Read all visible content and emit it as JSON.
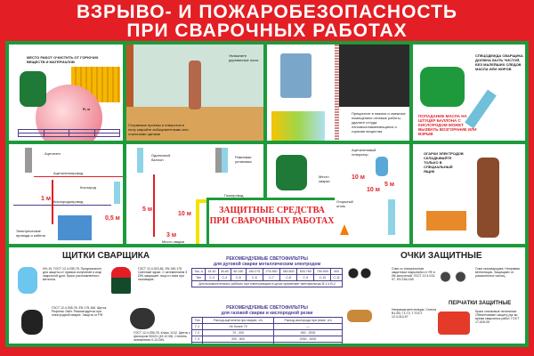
{
  "title": {
    "line1": "ВЗРЫВО- И ПОЖАРОБЕЗОПАСНОСТЬ",
    "line2": "ПРИ СВАРОЧНЫХ РАБОТАХ"
  },
  "colors": {
    "background": "#e31e24",
    "frame": "#1e9a3c",
    "table": "#4b3d8f"
  },
  "panels": {
    "clean_area": {
      "text": "МЕСТО РАБОТ ОЧИСТИТЬ ОТ ГОРЮЧИХ ВЕЩЕСТВ И МАТЕРИАЛОВ",
      "radius": "R, м"
    },
    "floor": {
      "text": "Увлажните деревянные полы",
      "note": "Сгораемые проемы и отверстия в полу закройте асбоцементными или стальными щитами"
    },
    "paint": {
      "text": "Прекратите в нижних и смежных помещениях огневые работы, удалите оттуда легковоспламеняющиеся и горючие вещества"
    },
    "oil": {
      "text": "СПЕЦОДЕЖДА СВАРЩИКА ДОЛЖНА БЫТЬ ЧИСТОЙ, БЕЗ МАЛЕЙШИХ СЛЕДОВ МАСЛА ИЛИ ЖИРОВ",
      "warning": "ПОПАДАНИЕ МАСЛА НА ШТУЦЕР БАЛЛОНА С КИСЛОРОДОМ МОЖЕТ ВЫЗВАТЬ ВОЗГОРАНИЕ ИЛИ ВЗРЫВ"
    },
    "distances1": {
      "acetylene": "Ацетилен",
      "acetylene_line": "Ацетиленопровод",
      "oxygen": "Кислород",
      "oxygen_line": "Кислородопровод",
      "wires": "Электрические провода и кабели",
      "d1": "1 м",
      "d2": "0,5 м"
    },
    "distances2": {
      "single": "Одиночный баллон",
      "ramp": "Рамповая установка",
      "gas_line": "Газопровод",
      "d1": "5 м",
      "d2": "10 м",
      "d3": "3 м",
      "place": "Место сварки"
    },
    "generator": {
      "generator": "Ацетиленовый генератор",
      "place": "Место сварки",
      "fire": "Открытый огонь",
      "d1": "10 м",
      "d2": "10 м",
      "d3": "5 м"
    },
    "stubs": {
      "text": "ОГАРКИ ЭЛЕКТРОДОВ СКЛАДЫВАЙТЕ ТОЛЬКО В СПЕЦИАЛЬНЫЙ ЯЩИК"
    }
  },
  "protective": {
    "line1": "ЗАЩИТНЫЕ СРЕДСТВА",
    "line2": "ПРИ СВАРОЧНЫХ РАБОТАХ"
  },
  "shields": {
    "heading": "ЩИТКИ СВАРЩИКА",
    "items": [
      "НН-10. ГОСТ 12.4.035-78. Предназначен для защиты от прямых излучений и искр сварочной дуги, брызг расплавленного металла.",
      "ГОСТ 12.4.023-84. EN 169,175. Сменный экран. С затемнением 3 DIN защищает лицо и глаза при газосварке.",
      "ГОСТ 12.4.035-78. EN 175,166. Щиток Рефлекс Лайт. Рекомендуется при электродной сварке. Защита от РФ.",
      "ГОСТ 12.4.035-78. Класс 1/1/2. Щиток с фильтром 9002X (45 10 08). Степень затемнения 9-13 DIN."
    ]
  },
  "arc_table": {
    "title": "РЕКОМЕНДУЕМЫЕ СВЕТОФИЛЬТРЫ",
    "subtitle": "для дуговой сварки металлическим электродом",
    "row1": [
      "Ток, А",
      "15-30",
      "30-60",
      "60-150",
      "150-275",
      "275-350",
      "350-500",
      "500-750",
      "750-900",
      "900"
    ],
    "row2": [
      "Тип",
      "С-3",
      "С-4",
      "С-5",
      "С-6",
      "С-7",
      "С-8",
      "С-9",
      "С-10",
      "С-11"
    ],
    "note": "Для вспомогательных рабочих при электросварке в цехах применяют светофильтры В-1 и В-2"
  },
  "gas_table": {
    "title": "РЕКОМЕНДУЕМЫЕ СВЕТОФИЛЬТРЫ",
    "subtitle": "для газовой сварки и кислородной резки",
    "header": [
      "Тип",
      "Расход ацетилена при сварке, л/ч",
      "Расход кислорода при резке, л/ч"
    ],
    "rows": [
      [
        "Г-1",
        "Не более 70",
        "—"
      ],
      [
        "Г-2",
        "70 - 200",
        "900 - 2000"
      ],
      [
        "Г-3",
        "200 - 800",
        "2000 - 4000"
      ],
      [
        "Г-4",
        "Не менее 800",
        "4000 - 8000"
      ]
    ]
  },
  "goggles": {
    "heading": "ОЧКИ ЗАЩИТНЫЕ",
    "items": [
      "Очки со специальным защитным покрытием от УФ и ИК-излучений. ГОСТ 12.4.013-97, EN 166-165.",
      "Очки газосварщика. Непрямая вентиляция. Защищают от раскаленных частиц.",
      "Непрямая вентиляция. Стекла В1-В3, Г1-Г3. Т ГОСТ 12.4.013-97"
    ]
  },
  "gloves": {
    "heading": "ПЕРЧАТКИ ЗАЩИТНЫЕ",
    "text": "Краги спилковые пятипалые. Обеспечивают защиту рук во время сварочных работ. ГОСТ 17-526-05"
  }
}
